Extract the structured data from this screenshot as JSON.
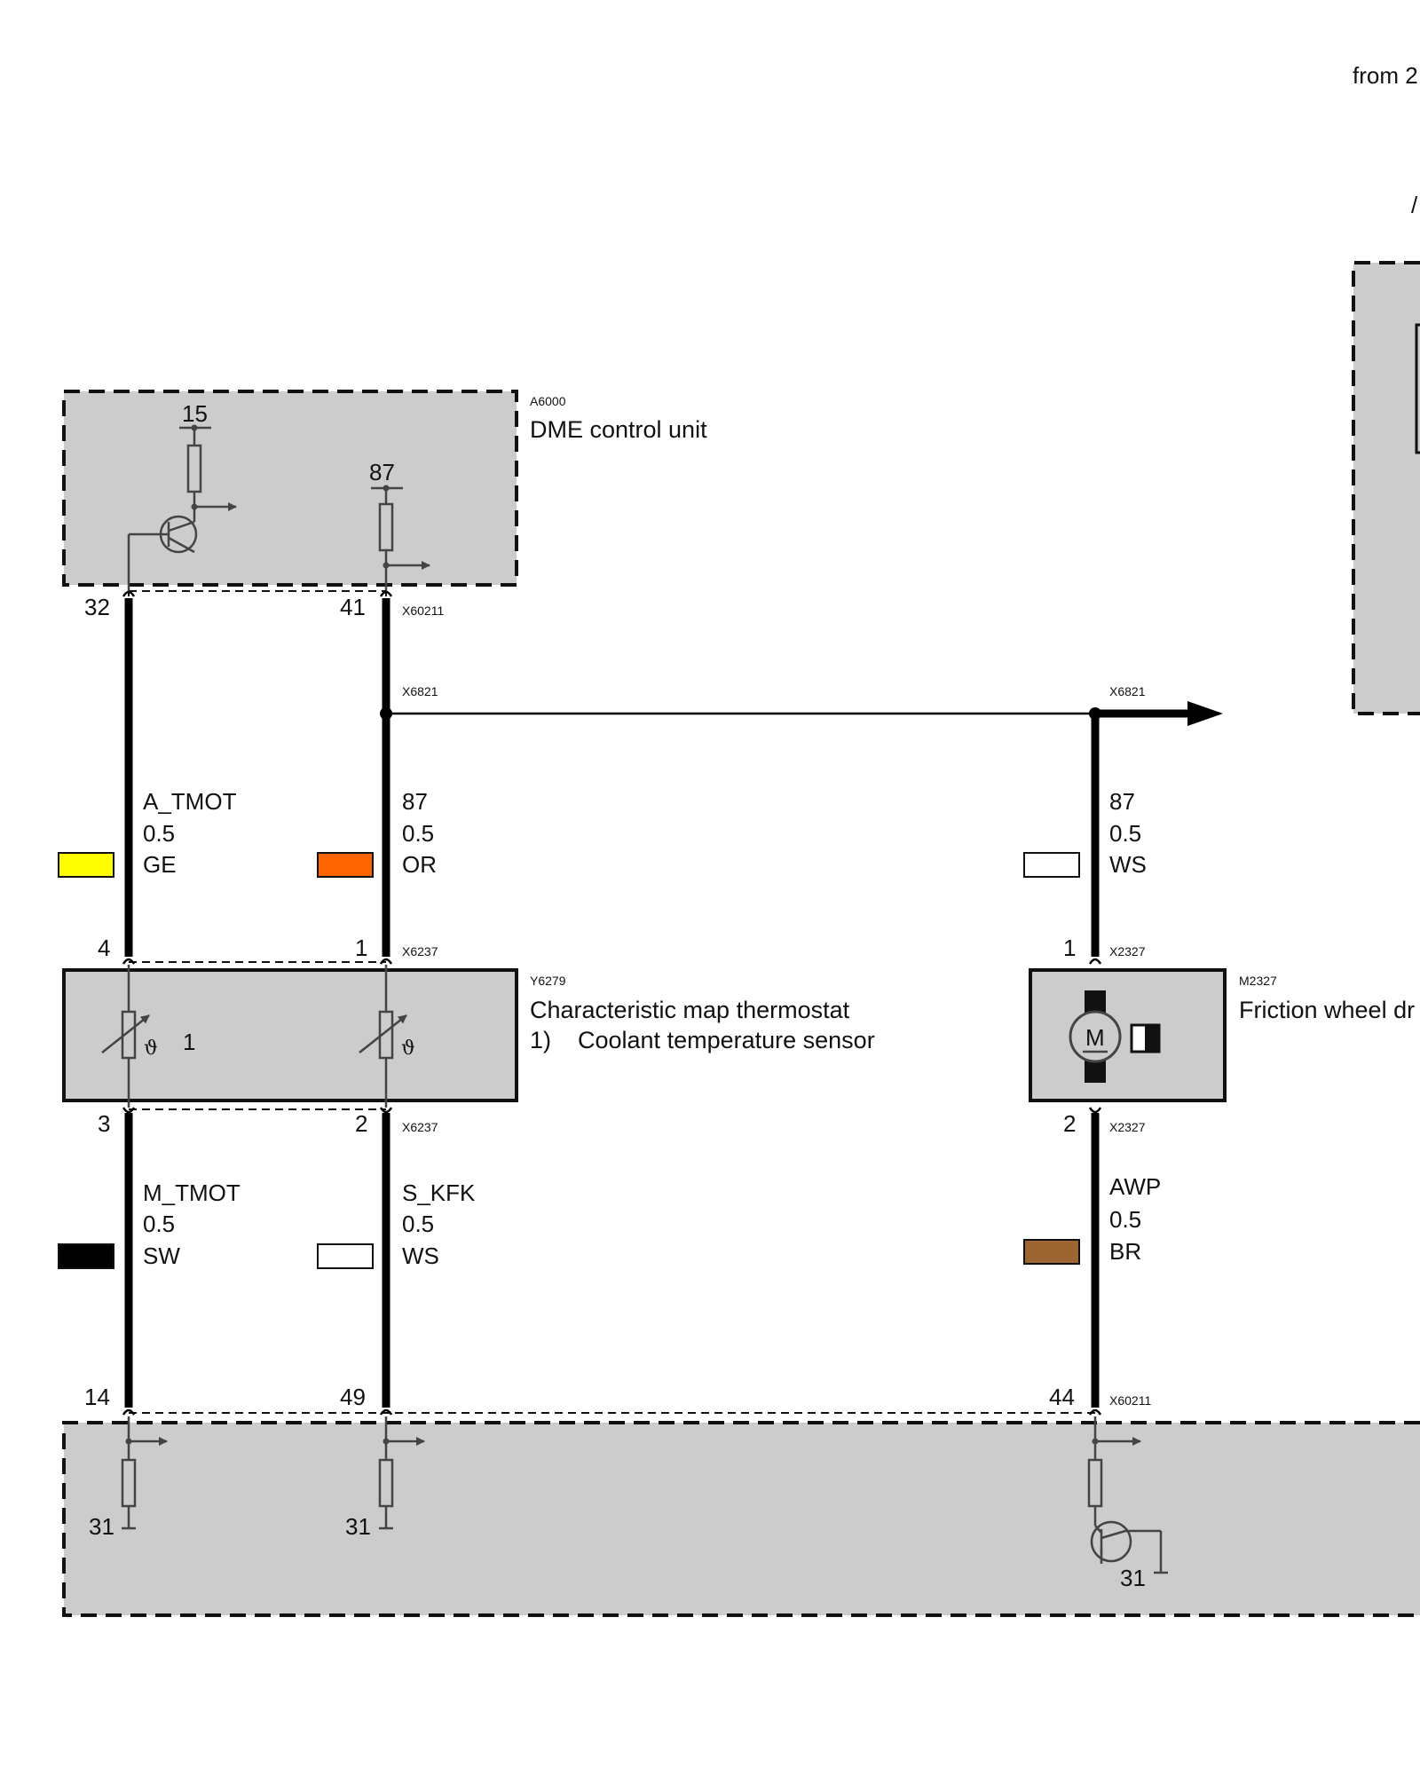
{
  "header": {
    "from_text": "from 2"
  },
  "components": {
    "dme": {
      "id": "A6000",
      "name": "DME control unit",
      "supply_15": "15",
      "supply_87": "87",
      "pin_a": "32",
      "pin_b": "41",
      "connector": "X60211"
    },
    "thermostat": {
      "id": "Y6279",
      "name": "Characteristic map thermostat",
      "note_number": "1)",
      "note_text": "Coolant temperature sensor",
      "inner_marker": "1",
      "theta": "ϑ",
      "pin_top_left": "4",
      "pin_top_right": "1",
      "pin_bottom_left": "3",
      "pin_bottom_right": "2",
      "connector": "X6237"
    },
    "pump": {
      "id": "M2327",
      "name": "Friction wheel dr",
      "motor_symbol": "M",
      "pin_top": "1",
      "pin_bottom": "2",
      "connector": "X2327"
    },
    "bottom_unit": {
      "pin_1": "14",
      "pin_2": "49",
      "pin_3": "44",
      "connector": "X60211",
      "ground": "31"
    },
    "splice": {
      "id": "X6821"
    }
  },
  "wires": [
    {
      "signal": "A_TMOT",
      "size": "0.5",
      "color_code": "GE",
      "swatch_color": "#ffff00"
    },
    {
      "signal": "87",
      "size": "0.5",
      "color_code": "OR",
      "swatch_color": "#ff6600"
    },
    {
      "signal": "87",
      "size": "0.5",
      "color_code": "WS",
      "swatch_color": "#ffffff"
    },
    {
      "signal": "M_TMOT",
      "size": "0.5",
      "color_code": "SW",
      "swatch_color": "#000000"
    },
    {
      "signal": "S_KFK",
      "size": "0.5",
      "color_code": "WS",
      "swatch_color": "#ffffff"
    },
    {
      "signal": "AWP",
      "size": "0.5",
      "color_code": "BR",
      "swatch_color": "#9c6633"
    }
  ]
}
